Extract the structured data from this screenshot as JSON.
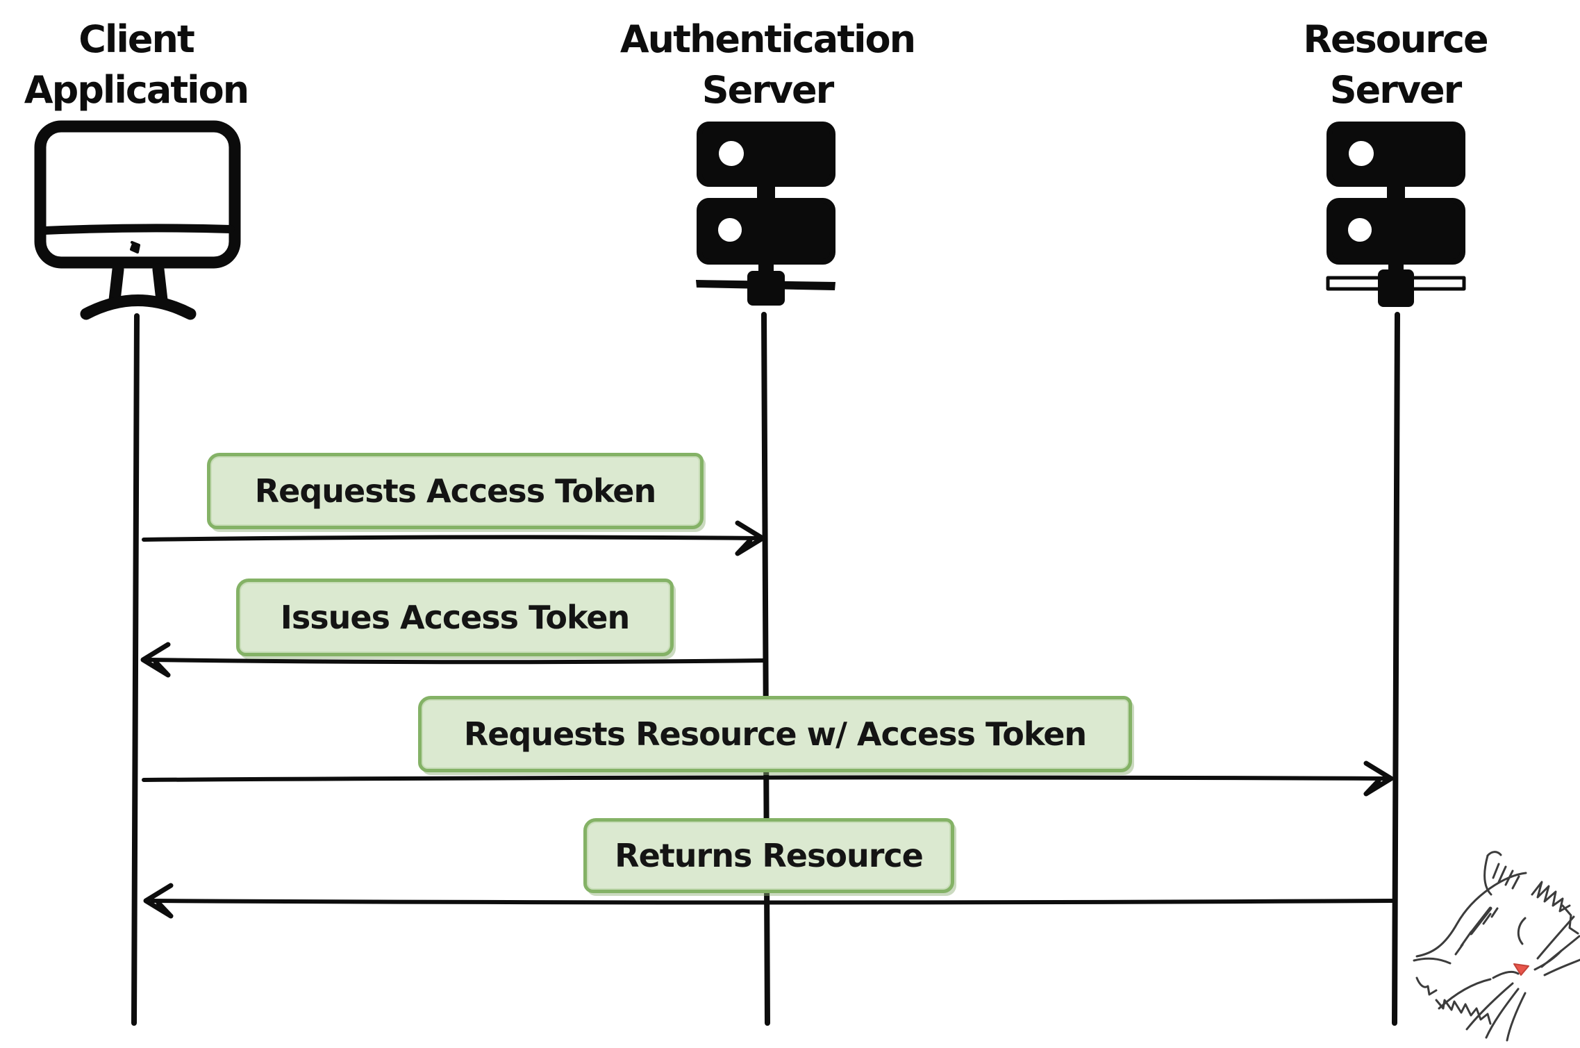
{
  "diagram": {
    "type": "sequence-diagram",
    "topic": "OAuth access token flow",
    "actors": [
      {
        "id": "client",
        "line1": "Client",
        "line2": "Application",
        "icon": "monitor-icon"
      },
      {
        "id": "auth",
        "line1": "Authentication",
        "line2": "Server",
        "icon": "server-icon"
      },
      {
        "id": "resource",
        "line1": "Resource",
        "line2": "Server",
        "icon": "server-icon"
      }
    ],
    "messages": [
      {
        "label": "Requests Access Token",
        "from": "client",
        "to": "auth",
        "direction": "right"
      },
      {
        "label": "Issues Access Token",
        "from": "auth",
        "to": "client",
        "direction": "left"
      },
      {
        "label": "Requests Resource w/ Access Token",
        "from": "client",
        "to": "resource",
        "direction": "right"
      },
      {
        "label": "Returns Resource",
        "from": "resource",
        "to": "client",
        "direction": "left"
      }
    ],
    "decorations": [
      {
        "name": "cat-doodle",
        "position": "bottom-right"
      }
    ],
    "colors": {
      "background": "#ffffff",
      "line": "#0d0d0d",
      "label_fill": "#dbe9d0",
      "label_border": "#84b266",
      "cat_stroke": "#3c3c3c",
      "cat_nose": "#e8564b"
    }
  }
}
